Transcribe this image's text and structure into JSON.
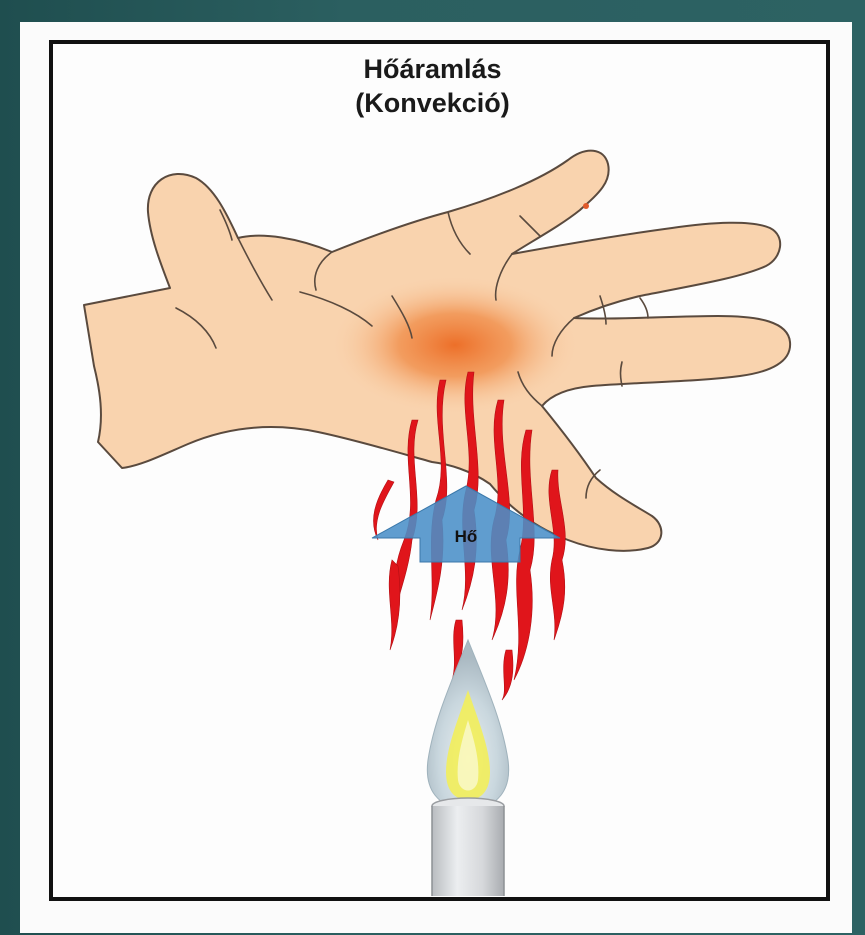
{
  "diagram": {
    "title_line1": "Hőáramlás",
    "title_line2": "(Konvekció)",
    "arrow_label": "Hő"
  },
  "colors": {
    "slide_background": "#2b5f60",
    "skin": "#f9d3ae",
    "heat_glow": "#f07a30",
    "heat_waves": "#e0151b",
    "arrow": "#4a90c8",
    "burner": "#cfd2d6",
    "flame_core": "#f2ee5a"
  },
  "icons": {
    "hand": "hand-illustration",
    "flame": "flame-icon",
    "burner": "bunsen-burner-tube",
    "arrow": "up-arrow-icon"
  }
}
